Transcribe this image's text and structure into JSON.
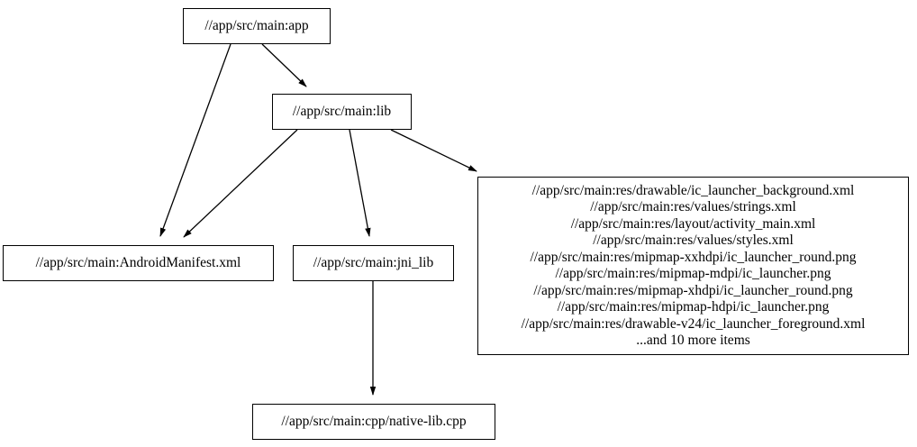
{
  "graph": {
    "type": "directed-dependency-graph",
    "background_color": "#ffffff",
    "node_border_color": "#000000",
    "edge_color": "#000000",
    "text_color": "#000000",
    "nodes": [
      {
        "id": "app",
        "label": "//app/src/main:app"
      },
      {
        "id": "lib",
        "label": "//app/src/main:lib"
      },
      {
        "id": "manifest",
        "label": "//app/src/main:AndroidManifest.xml"
      },
      {
        "id": "jni_lib",
        "label": "//app/src/main:jni_lib"
      },
      {
        "id": "cpp",
        "label": "//app/src/main:cpp/native-lib.cpp"
      },
      {
        "id": "res",
        "lines": [
          "//app/src/main:res/drawable/ic_launcher_background.xml",
          "//app/src/main:res/values/strings.xml",
          "//app/src/main:res/layout/activity_main.xml",
          "//app/src/main:res/values/styles.xml",
          "//app/src/main:res/mipmap-xxhdpi/ic_launcher_round.png",
          "//app/src/main:res/mipmap-mdpi/ic_launcher.png",
          "//app/src/main:res/mipmap-xhdpi/ic_launcher_round.png",
          "//app/src/main:res/mipmap-hdpi/ic_launcher.png",
          "//app/src/main:res/drawable-v24/ic_launcher_foreground.xml",
          "...and 10 more items"
        ]
      }
    ],
    "edges": [
      {
        "from": "app",
        "to": "lib"
      },
      {
        "from": "app",
        "to": "manifest"
      },
      {
        "from": "lib",
        "to": "manifest"
      },
      {
        "from": "lib",
        "to": "jni_lib"
      },
      {
        "from": "lib",
        "to": "res"
      },
      {
        "from": "jni_lib",
        "to": "cpp"
      }
    ]
  }
}
